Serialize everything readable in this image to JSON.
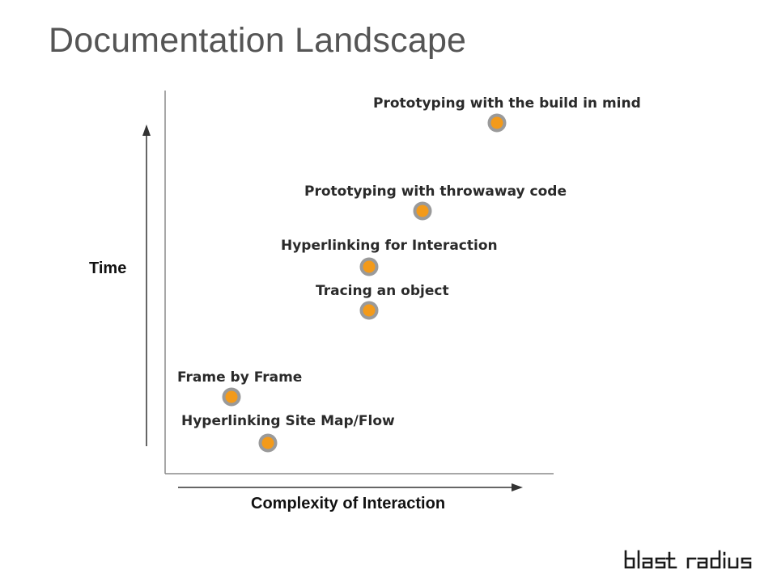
{
  "title": "Documentation Landscape",
  "axes": {
    "x_label": "Complexity of Interaction",
    "y_label": "Time"
  },
  "points": [
    {
      "label": "Prototyping with the build in mind"
    },
    {
      "label": "Prototyping with throwaway code"
    },
    {
      "label": "Hyperlinking for Interaction"
    },
    {
      "label": "Tracing an object"
    },
    {
      "label": "Frame by Frame"
    },
    {
      "label": "Hyperlinking Site Map/Flow"
    }
  ],
  "colors": {
    "point_fill": "#f39a1a",
    "point_ring": "#9a9a9a",
    "title": "#555555"
  },
  "logo": {
    "text": "blast radius"
  }
}
